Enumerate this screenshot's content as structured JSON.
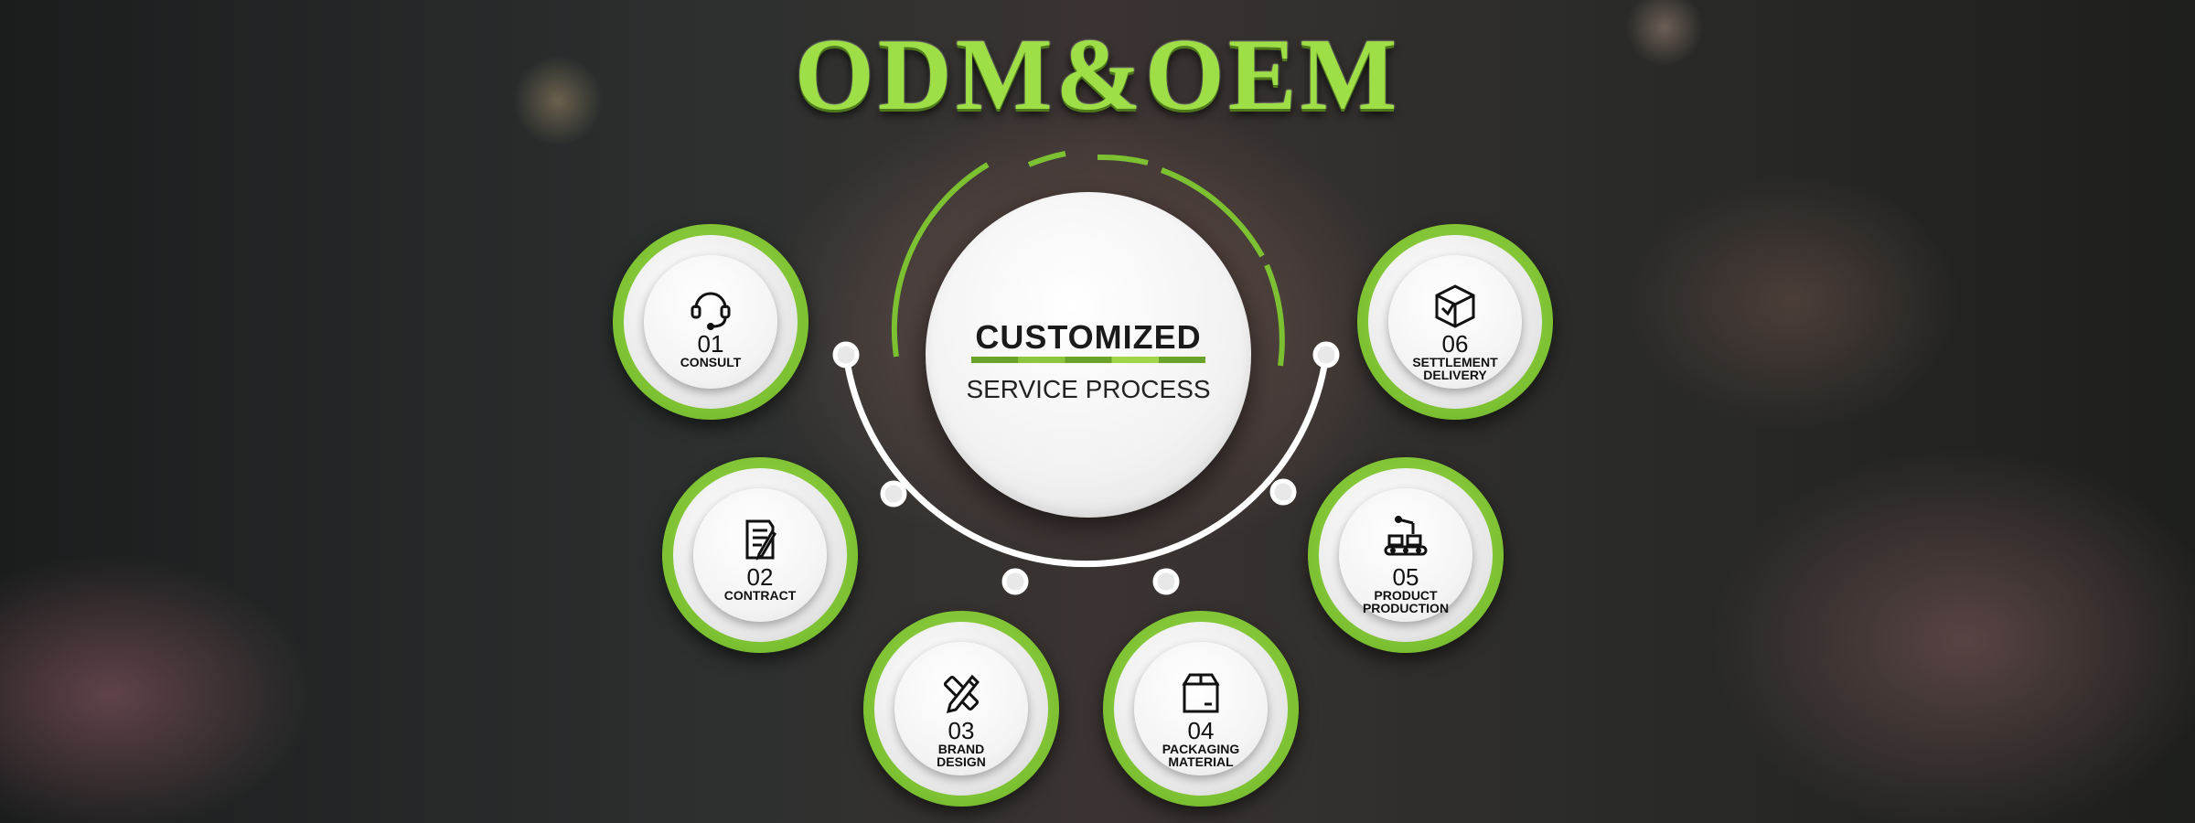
{
  "title": "ODM&OEM",
  "center": {
    "heading": "CUSTOMIZED",
    "subheading": "SERVICE PROCESS"
  },
  "steps": [
    {
      "num": "01",
      "label_line1": "CONSULT",
      "label_line2": "",
      "icon": "headset-icon"
    },
    {
      "num": "02",
      "label_line1": "CONTRACT",
      "label_line2": "",
      "icon": "contract-document-icon"
    },
    {
      "num": "03",
      "label_line1": "BRAND",
      "label_line2": "DESIGN",
      "icon": "pencil-ruler-icon"
    },
    {
      "num": "04",
      "label_line1": "PACKAGING",
      "label_line2": "MATERIAL",
      "icon": "package-box-icon"
    },
    {
      "num": "05",
      "label_line1": "PRODUCT",
      "label_line2": "PRODUCTION",
      "icon": "production-line-icon"
    },
    {
      "num": "06",
      "label_line1": "SETTLEMENT",
      "label_line2": "DELIVERY",
      "icon": "delivery-box-check-icon"
    }
  ],
  "colors": {
    "accent_green": "#7cc132",
    "title_green": "#9ede46",
    "ring_white": "#ffffff"
  }
}
